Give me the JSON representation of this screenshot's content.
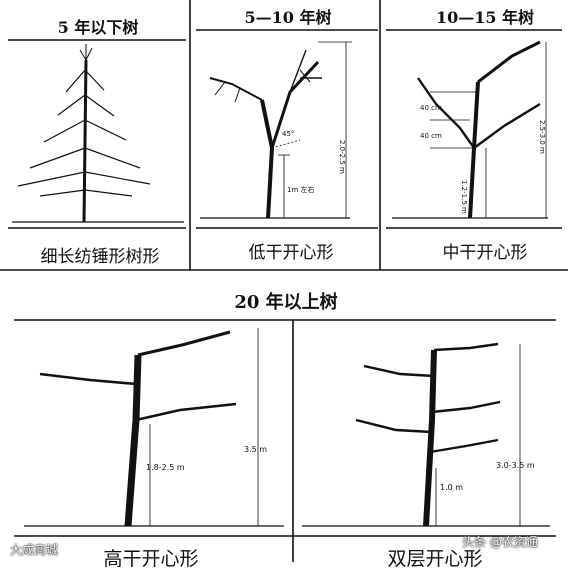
{
  "panels": {
    "p1": {
      "title": "5 年以下树",
      "caption": "细长纺锤形树形"
    },
    "p2": {
      "title": "5—10 年树",
      "caption": "低干开心形",
      "labels": {
        "angle": "45°",
        "height": "2.0-2.5 m",
        "trunk": "1m 左右"
      }
    },
    "p3": {
      "title": "10—15 年树",
      "caption": "中干开心形",
      "labels": {
        "gap1": "40 cm",
        "gap2": "40 cm",
        "height": "2.5-3.0 m",
        "trunk": "1.2-1.5 m"
      }
    }
  },
  "section": {
    "title": "20 年以上树"
  },
  "bottom": {
    "left": {
      "caption": "高干开心形",
      "labels": {
        "height": "3.5 m",
        "trunk": "1.8-2.5 m"
      }
    },
    "right": {
      "caption": "双层开心形",
      "labels": {
        "height": "3.0-3.5 m",
        "trunk": "1.0 m"
      }
    }
  },
  "watermarks": {
    "left": "大成商城",
    "right": "头条 @农资通"
  }
}
